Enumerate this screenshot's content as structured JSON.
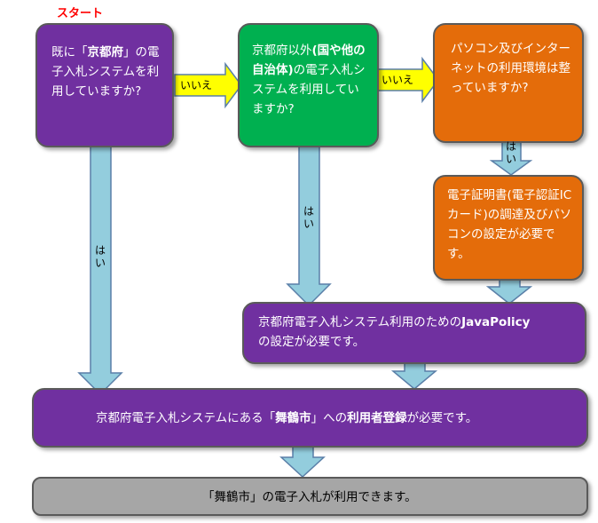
{
  "start_label": "スタート",
  "colors": {
    "purple": "#7030a0",
    "green": "#00b050",
    "orange": "#e46c0a",
    "gray": "#a6a6a6",
    "arrow_yellow": "#ffff00",
    "arrow_blue": "#93cddd"
  },
  "box1": {
    "t1": "既に「",
    "b1": "京都府",
    "t2": "」の電子入札システムを利用していますか?"
  },
  "box2": {
    "t1": "京都府以外",
    "b1": "(国や他の自治体)",
    "t2": "の電子入札システムを利用していますか?"
  },
  "box3": {
    "text": "パソコン及びインターネットの利用環境は整っていますか?"
  },
  "box4": {
    "text": "電子証明書(電子認証ICカード)の調達及びパソコンの設定が必要です。"
  },
  "box5": {
    "t1": "京都府電子入札システム利用のための",
    "b1": "JavaPolicy",
    "t2": "の設定が必要です。"
  },
  "box6": {
    "t1": "京都府電子入札システムにある「",
    "b1": "舞鶴市",
    "t2": "」への",
    "b2": "利用者登録",
    "t3": "が必要です。"
  },
  "box7": {
    "text": "「舞鶴市」の電子入札が利用できます。"
  },
  "labels": {
    "no1": "いいえ",
    "no2": "いいえ",
    "yes_left": "はい",
    "yes_mid": "はい",
    "yes_right": "はい"
  }
}
